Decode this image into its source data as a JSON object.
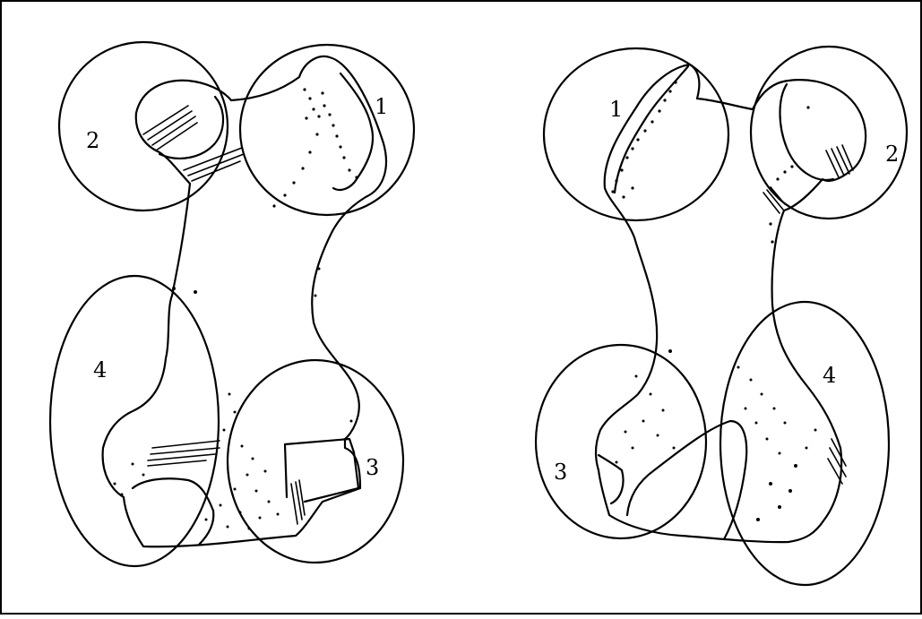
{
  "figure": {
    "left_view": {
      "zone_labels": [
        "1",
        "2",
        "3",
        "4"
      ]
    },
    "right_view": {
      "zone_labels": [
        "1",
        "2",
        "3",
        "4"
      ]
    }
  }
}
